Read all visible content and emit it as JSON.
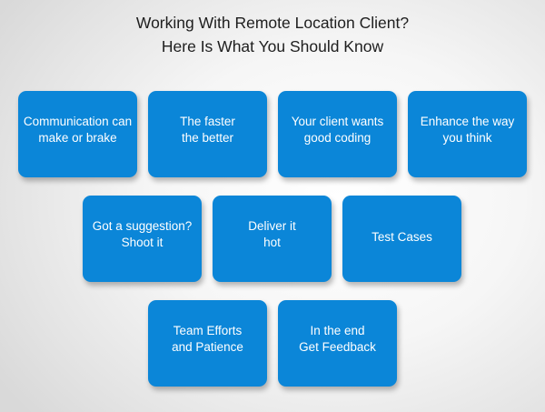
{
  "header": {
    "title_line1": "Working With Remote Location Client?",
    "title_line2": "Here Is What You Should Know"
  },
  "tiles": [
    {
      "line1": "Communication can",
      "line2": "make or brake"
    },
    {
      "line1": "The faster",
      "line2": "the better"
    },
    {
      "line1": "Your client wants",
      "line2": "good coding"
    },
    {
      "line1": "Enhance the way",
      "line2": "you think"
    },
    {
      "line1": "Got a suggestion?",
      "line2": "Shoot it"
    },
    {
      "line1": "Deliver it",
      "line2": "hot"
    },
    {
      "line1": "Test Cases",
      "line2": ""
    },
    {
      "line1": "Team Efforts",
      "line2": "and Patience"
    },
    {
      "line1": "In the end",
      "line2": "Get Feedback"
    }
  ],
  "colors": {
    "tile": "#0b86d8",
    "tile_text": "#ffffff",
    "title_text": "#1e1e1e"
  }
}
